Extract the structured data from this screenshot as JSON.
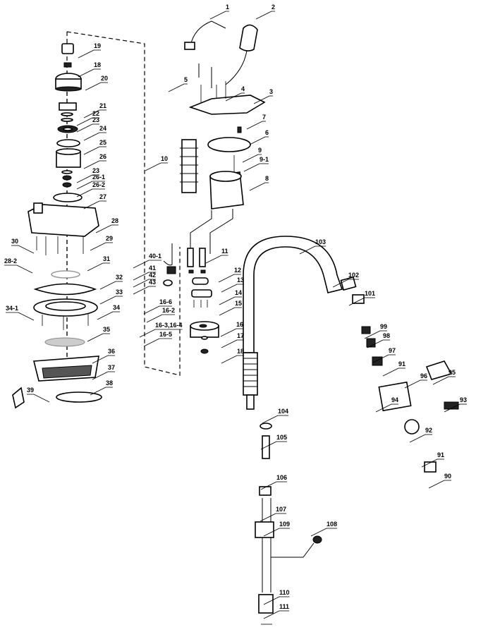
{
  "title": "Exploded parts diagram",
  "parts": [
    "19",
    "18",
    "20",
    "21",
    "22",
    "23",
    "24",
    "25",
    "26",
    "23",
    "26-1",
    "26-2",
    "27",
    "28",
    "29",
    "30",
    "28-2",
    "31",
    "32",
    "33",
    "34-1",
    "34",
    "35",
    "36",
    "37",
    "38",
    "39",
    "1",
    "2",
    "5",
    "4",
    "3",
    "7",
    "6",
    "9",
    "9-1",
    "10",
    "8",
    "11",
    "40-1",
    "41",
    "42",
    "43",
    "12",
    "13",
    "14",
    "15",
    "16-6",
    "16-2",
    "16-3,16-4",
    "16-5",
    "16",
    "17",
    "18",
    "103",
    "102",
    "101",
    "99",
    "98",
    "97",
    "91",
    "96",
    "95",
    "94",
    "93",
    "92",
    "91",
    "90",
    "104",
    "105",
    "106",
    "107",
    "109",
    "108",
    "110",
    "111"
  ]
}
